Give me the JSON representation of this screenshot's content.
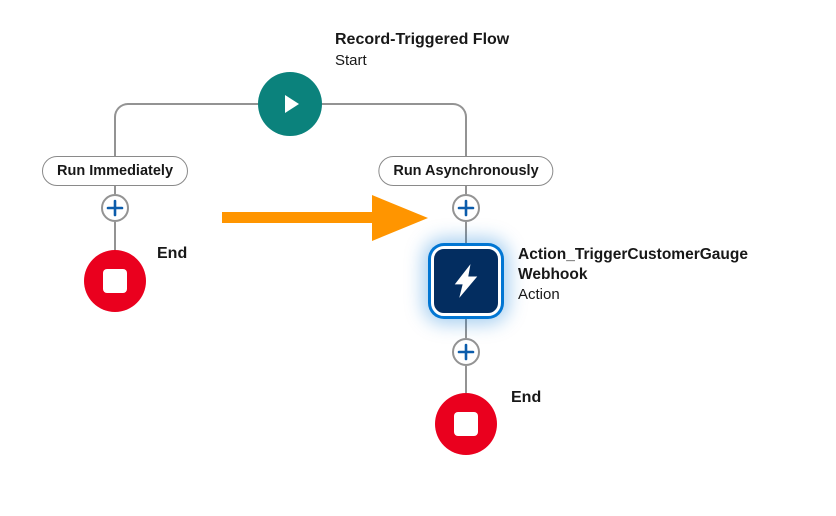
{
  "app": "flow-builder-canvas",
  "colors": {
    "teal": "#0B827C",
    "red": "#EA001E",
    "navy": "#032D60",
    "blue": "#0176D3",
    "gray": "#939393",
    "plus": "#0B5CAB",
    "orange": "#FF9500",
    "text": "#181818"
  },
  "start": {
    "title": "Record-Triggered Flow",
    "subtitle": "Start",
    "icon": "play-icon"
  },
  "branches": {
    "left": {
      "label": "Run Immediately"
    },
    "right": {
      "label": "Run Asynchronously"
    }
  },
  "add_buttons": {
    "icon": "plus-icon",
    "count": 3
  },
  "action": {
    "title": "Action_TriggerCustomerGauge Webhook",
    "subtitle": "Action",
    "icon": "lightning-bolt-icon",
    "selected": true
  },
  "ends": {
    "left": {
      "label": "End",
      "icon": "stop-square-icon"
    },
    "right": {
      "label": "End",
      "icon": "stop-square-icon"
    }
  },
  "annotation": {
    "type": "arrow",
    "direction": "right",
    "color": "#FF9500"
  }
}
